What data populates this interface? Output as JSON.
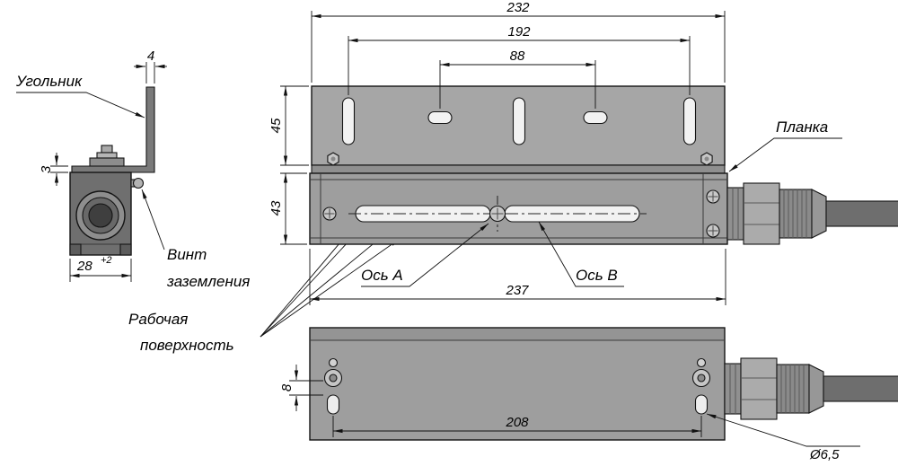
{
  "drawing": {
    "labels": {
      "angle_bracket": "Угольник",
      "ground_screw_line1": "Винт",
      "ground_screw_line2": "заземления",
      "working_surface_line1": "Рабочая",
      "working_surface_line2": "поверхность",
      "axis_a": "Ось А",
      "axis_b": "Ось B",
      "plate": "Планка"
    },
    "dimensions": {
      "top_overall": "232",
      "outer_slot_spacing": "192",
      "inner_slot_spacing": "88",
      "plate_height": "45",
      "body_height": "43",
      "body_length": "237",
      "mount_hole_spacing": "208",
      "bracket_width": "28",
      "bracket_width_tol": "+2",
      "bracket_thickness_top": "4",
      "bracket_thickness_base": "3",
      "hole_step": "8",
      "mount_hole_diameter": "Ø6,5"
    },
    "colors": {
      "background": "#ffffff",
      "line": "#141414",
      "plate_fill": "#a6a6a6",
      "body_fill": "#9e9e9e",
      "dark_body_fill": "#6f6f6f",
      "slot_fill": "#f2f2f2",
      "cable_fill": "#6e6e6e"
    }
  }
}
